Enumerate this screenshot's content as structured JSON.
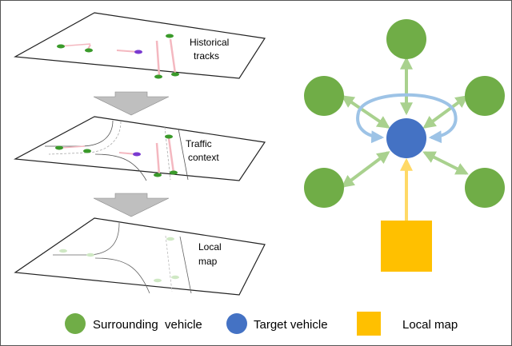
{
  "layers": [
    {
      "id": "historical",
      "label_line1": "Historical",
      "label_line2": "tracks"
    },
    {
      "id": "traffic",
      "label_line1": "Traffic",
      "label_line2": "context"
    },
    {
      "id": "localmap",
      "label_line1": "Local",
      "label_line2": "map"
    }
  ],
  "legend": [
    {
      "label": "Surrounding  vehicle",
      "shape": "circle",
      "color": "#70ad47"
    },
    {
      "label": "Target vehicle",
      "shape": "circle",
      "color": "#4472c4"
    },
    {
      "label": "Local map",
      "shape": "square",
      "color": "#ffc000"
    }
  ],
  "colors": {
    "surrounding": "#70ad47",
    "target": "#4472c4",
    "localmap": "#ffc000",
    "arrow_green": "#a9d18e",
    "arrow_blue": "#9dc3e6",
    "arrow_yellow": "#ffd966",
    "track_pink": "#f4b8c0",
    "down_arrow": "#bfbfbf"
  }
}
